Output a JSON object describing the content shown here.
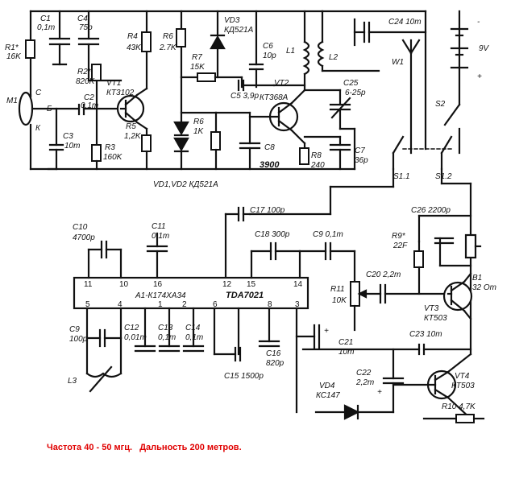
{
  "labels": {
    "R1": "R1*",
    "R1v": "16K",
    "C1": "C1",
    "C1v": "0,1m",
    "C4": "C4",
    "C4v": "75p",
    "R4": "R4",
    "R4v": "43K",
    "R6a": "R6",
    "R6av": "2.7K",
    "VD3": "VD3",
    "VD3v": "КД521А",
    "R7": "R7",
    "R7v": "15K",
    "C6": "C6",
    "C6v": "10p",
    "L1": "L1",
    "L2": "L2",
    "C24": "C24 10m",
    "W1": "W1",
    "V9": "9V",
    "S2": "S2",
    "M1": "M1",
    "R2": "R2*",
    "R2v": "820K",
    "VT1": "VT1",
    "VT1v": "КТ3102",
    "C2": "C2",
    "C2v": "0,1m",
    "C5": "C5 3,9p",
    "VT2": "VT2",
    "VT2v": "КТ368А",
    "C25": "C25",
    "C25v": "6-25p",
    "mC": "C",
    "mB": "Б",
    "mK": "К",
    "C3": "C3",
    "C3v": "10m",
    "R5": "R5",
    "R5v": "1,2K",
    "R6b": "R6",
    "R6bv": "1K",
    "C8": "C8",
    "n3900": "3900",
    "R8": "R8",
    "R8v": "240",
    "C7": "C7",
    "C7v": "36p",
    "R3": "R3",
    "R3v": "160K",
    "S11": "S1.1",
    "S12": "S1.2",
    "VD12": "VD1,VD2 КД521А",
    "C17": "C17  100p",
    "C26": "C26 2200p",
    "C10": "C10",
    "C10v": "4700p",
    "C11": "C11",
    "C11v": "0,1m",
    "C18": "C18 300p",
    "C9a": "C9 0,1m",
    "R9": "R9*",
    "R9v": "22F",
    "C20": "C20 2,2m",
    "B1": "B1",
    "B1v": "32 Om",
    "R11": "R11",
    "R11v": "10K",
    "A1": "A1-К174ХА34",
    "TDA": "TDA7021",
    "VT3": "VT3",
    "VT3v": "КТ503",
    "C9b": "C9",
    "C9bv": "100p",
    "C12": "C12",
    "C12v": "0,01m",
    "C13": "C13",
    "C13v": "0,1m",
    "C14": "C14",
    "C14v": "0,1m",
    "C16": "C16",
    "C16v": "820p",
    "C21": "C21",
    "C21v": "10m",
    "C23": "C23 10m",
    "C15": "C15 1500p",
    "L3": "L3",
    "VD4": "VD4",
    "VD4v": "КС147",
    "C22": "C22",
    "C22v": "2,2m",
    "VT4": "VT4",
    "VT4v": "КТ503",
    "R10": "R10 4,7K",
    "p11": "11",
    "p10": "10",
    "p16": "16",
    "p12": "12",
    "p15": "15",
    "p14": "14",
    "p5": "5",
    "p4": "4",
    "p1": "1",
    "p2": "2",
    "p6": "6",
    "p8": "8",
    "p3": "3",
    "plus": "+",
    "minus": "-"
  },
  "footer": {
    "note": "Частота 40 - 50 мгц.   Дальность 200 метров."
  },
  "colors": {
    "ink": "#111111",
    "note": "#e00000",
    "background": "#ffffff"
  }
}
